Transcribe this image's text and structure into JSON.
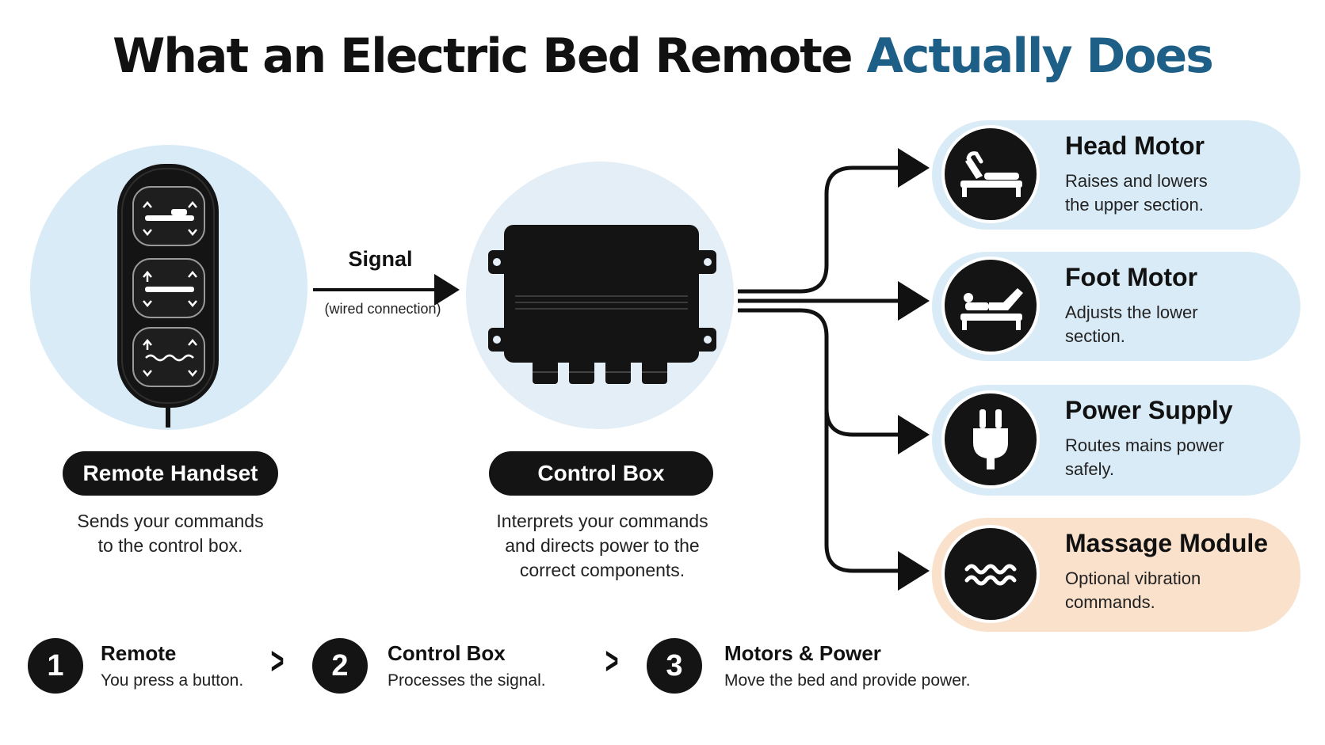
{
  "title": {
    "main": "What an Electric Bed Remote",
    "accent": "Actually Does"
  },
  "signal": {
    "label": "Signal",
    "sublabel": "(wired connection)"
  },
  "remote": {
    "label": "Remote Handset",
    "desc_line1": "Sends your commands",
    "desc_line2": "to the control box."
  },
  "control_box": {
    "label": "Control Box",
    "desc_line1": "Interprets your commands",
    "desc_line2": "and directs power to the",
    "desc_line3": "correct components."
  },
  "outputs": [
    {
      "title": "Head Motor",
      "line1": "Raises and lowers",
      "line2": "the upper section.",
      "icon": "bed-head-raised-icon"
    },
    {
      "title": "Foot Motor",
      "line1": "Adjusts the lower",
      "line2": "section.",
      "icon": "bed-foot-raised-icon"
    },
    {
      "title": "Power Supply",
      "line1": "Routes mains power",
      "line2": "safely.",
      "icon": "plug-icon"
    },
    {
      "title": "Massage Module",
      "line1": "Optional vibration",
      "line2": "commands.",
      "icon": "wave-icon"
    }
  ],
  "steps": [
    {
      "num": "1",
      "title": "Remote",
      "text": "You press a button."
    },
    {
      "num": "2",
      "title": "Control Box",
      "text": "Processes the signal."
    },
    {
      "num": "3",
      "title": "Motors & Power",
      "text": "Move the bed and provide power."
    }
  ],
  "colors": {
    "accent": "#1d5f86",
    "card_blue": "#d9ebf6",
    "card_peach": "#f9e1cb",
    "dark": "#141414"
  }
}
